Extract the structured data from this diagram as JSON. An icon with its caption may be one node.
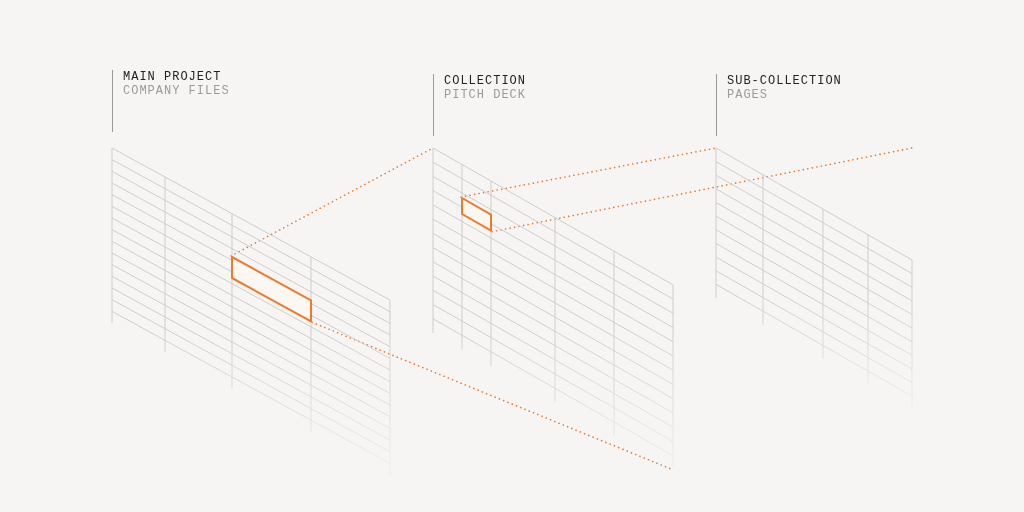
{
  "diagram": {
    "nodes": [
      {
        "text": [
          "MAIN PROJECT",
          "COMPANY FILES"
        ]
      },
      {
        "text": [
          "COLLECTION",
          "PITCH DECK"
        ]
      },
      {
        "text": [
          "SUB-COLLECTION",
          "PAGES"
        ]
      },
      {
        "text": [],
        "shape": "box"
      },
      {
        "text": [],
        "shape": "box"
      },
      {
        "text": [],
        "shape": "box"
      },
      {
        "text": [],
        "shape": "box",
        "in": 3
      },
      {
        "text": [],
        "shape": "box",
        "in": 4
      }
    ],
    "edges": [
      {
        "from": 6,
        "to": 4,
        "arrow": "none",
        "style": "dashed"
      },
      {
        "from": 6,
        "to": 4,
        "arrow": "none",
        "style": "dashed"
      },
      {
        "from": 7,
        "to": 5,
        "arrow": "none",
        "style": "dashed"
      },
      {
        "from": 7,
        "to": 5,
        "arrow": "none",
        "style": "dashed"
      }
    ]
  }
}
